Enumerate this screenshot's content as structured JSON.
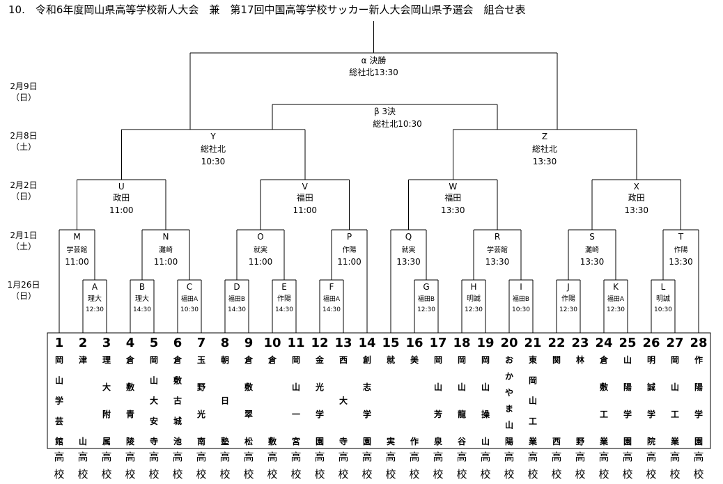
{
  "title": "10.　令和6年度岡山県高等学校新人大会　兼　第17回中国高等学校サッカー新人大会岡山県予選会　組合せ表",
  "dates": [
    {
      "date": "2月9日",
      "day": "（日）"
    },
    {
      "date": "2月8日",
      "day": "（土）"
    },
    {
      "date": "2月2日",
      "day": "（日）"
    },
    {
      "date": "2月1日",
      "day": "（土）"
    },
    {
      "date": "1月26日",
      "day": "（日）"
    }
  ],
  "final": {
    "label": "α 決勝",
    "venue": "総社北13:30"
  },
  "third": {
    "label": "β 3決",
    "venue": "総社北10:30"
  },
  "semis": [
    {
      "id": "Y",
      "venue": "総社北",
      "time": "10:30"
    },
    {
      "id": "Z",
      "venue": "総社北",
      "time": "13:30"
    }
  ],
  "qf": [
    {
      "id": "U",
      "venue": "政田",
      "time": "11:00"
    },
    {
      "id": "V",
      "venue": "福田",
      "time": "11:00"
    },
    {
      "id": "W",
      "venue": "福田",
      "time": "13:30"
    },
    {
      "id": "X",
      "venue": "政田",
      "time": "13:30"
    }
  ],
  "r2": [
    {
      "id": "M",
      "venue": "学芸館",
      "time": "11:00"
    },
    {
      "id": "N",
      "venue": "灘崎",
      "time": "11:00"
    },
    {
      "id": "O",
      "venue": "就実",
      "time": "11:00"
    },
    {
      "id": "P",
      "venue": "作陽",
      "time": "11:00"
    },
    {
      "id": "Q",
      "venue": "就実",
      "time": "13:30"
    },
    {
      "id": "R",
      "venue": "学芸館",
      "time": "13:30"
    },
    {
      "id": "S",
      "venue": "灘崎",
      "time": "13:30"
    },
    {
      "id": "T",
      "venue": "作陽",
      "time": "13:30"
    }
  ],
  "r1": [
    {
      "id": "A",
      "venue": "理大",
      "time": "12:30"
    },
    {
      "id": "B",
      "venue": "理大",
      "time": "14:30"
    },
    {
      "id": "C",
      "venue": "福田A",
      "time": "10:30"
    },
    {
      "id": "D",
      "venue": "福田B",
      "time": "14:30"
    },
    {
      "id": "E",
      "venue": "作陽",
      "time": "14:30"
    },
    {
      "id": "F",
      "venue": "福田A",
      "time": "14:30"
    },
    {
      "id": "G",
      "venue": "福田B",
      "time": "12:30"
    },
    {
      "id": "H",
      "venue": "明誠",
      "time": "12:30"
    },
    {
      "id": "I",
      "venue": "福田B",
      "time": "10:30"
    },
    {
      "id": "J",
      "venue": "作陽",
      "time": "12:30"
    },
    {
      "id": "K",
      "venue": "福田A",
      "time": "12:30"
    },
    {
      "id": "L",
      "venue": "明誠",
      "time": "10:30"
    }
  ],
  "kou": "高",
  "ko": "校",
  "teams": [
    {
      "num": "1",
      "name": "岡山学芸館"
    },
    {
      "num": "2",
      "name": "津山"
    },
    {
      "num": "3",
      "name": "理大附属"
    },
    {
      "num": "4",
      "name": "倉敷青陵"
    },
    {
      "num": "5",
      "name": "岡山大安寺"
    },
    {
      "num": "6",
      "name": "倉敷古城池"
    },
    {
      "num": "7",
      "name": "玉野光南"
    },
    {
      "num": "8",
      "name": "朝日塾"
    },
    {
      "num": "9",
      "name": "倉敷翠松"
    },
    {
      "num": "10",
      "name": "倉敷"
    },
    {
      "num": "11",
      "name": "岡山一宮"
    },
    {
      "num": "12",
      "name": "金光学園"
    },
    {
      "num": "13",
      "name": "西大寺"
    },
    {
      "num": "14",
      "name": "創志学園"
    },
    {
      "num": "15",
      "name": "就実"
    },
    {
      "num": "16",
      "name": "美作"
    },
    {
      "num": "17",
      "name": "岡山芳泉"
    },
    {
      "num": "18",
      "name": "岡山龍谷"
    },
    {
      "num": "19",
      "name": "岡山操山"
    },
    {
      "num": "20",
      "name": "おかやま山陽"
    },
    {
      "num": "21",
      "name": "東岡山工業"
    },
    {
      "num": "22",
      "name": "関西"
    },
    {
      "num": "23",
      "name": "林野"
    },
    {
      "num": "24",
      "name": "倉敷工業"
    },
    {
      "num": "25",
      "name": "山陽学園"
    },
    {
      "num": "26",
      "name": "明誠学院"
    },
    {
      "num": "27",
      "name": "岡山工業"
    },
    {
      "num": "28",
      "name": "作陽学園"
    }
  ]
}
